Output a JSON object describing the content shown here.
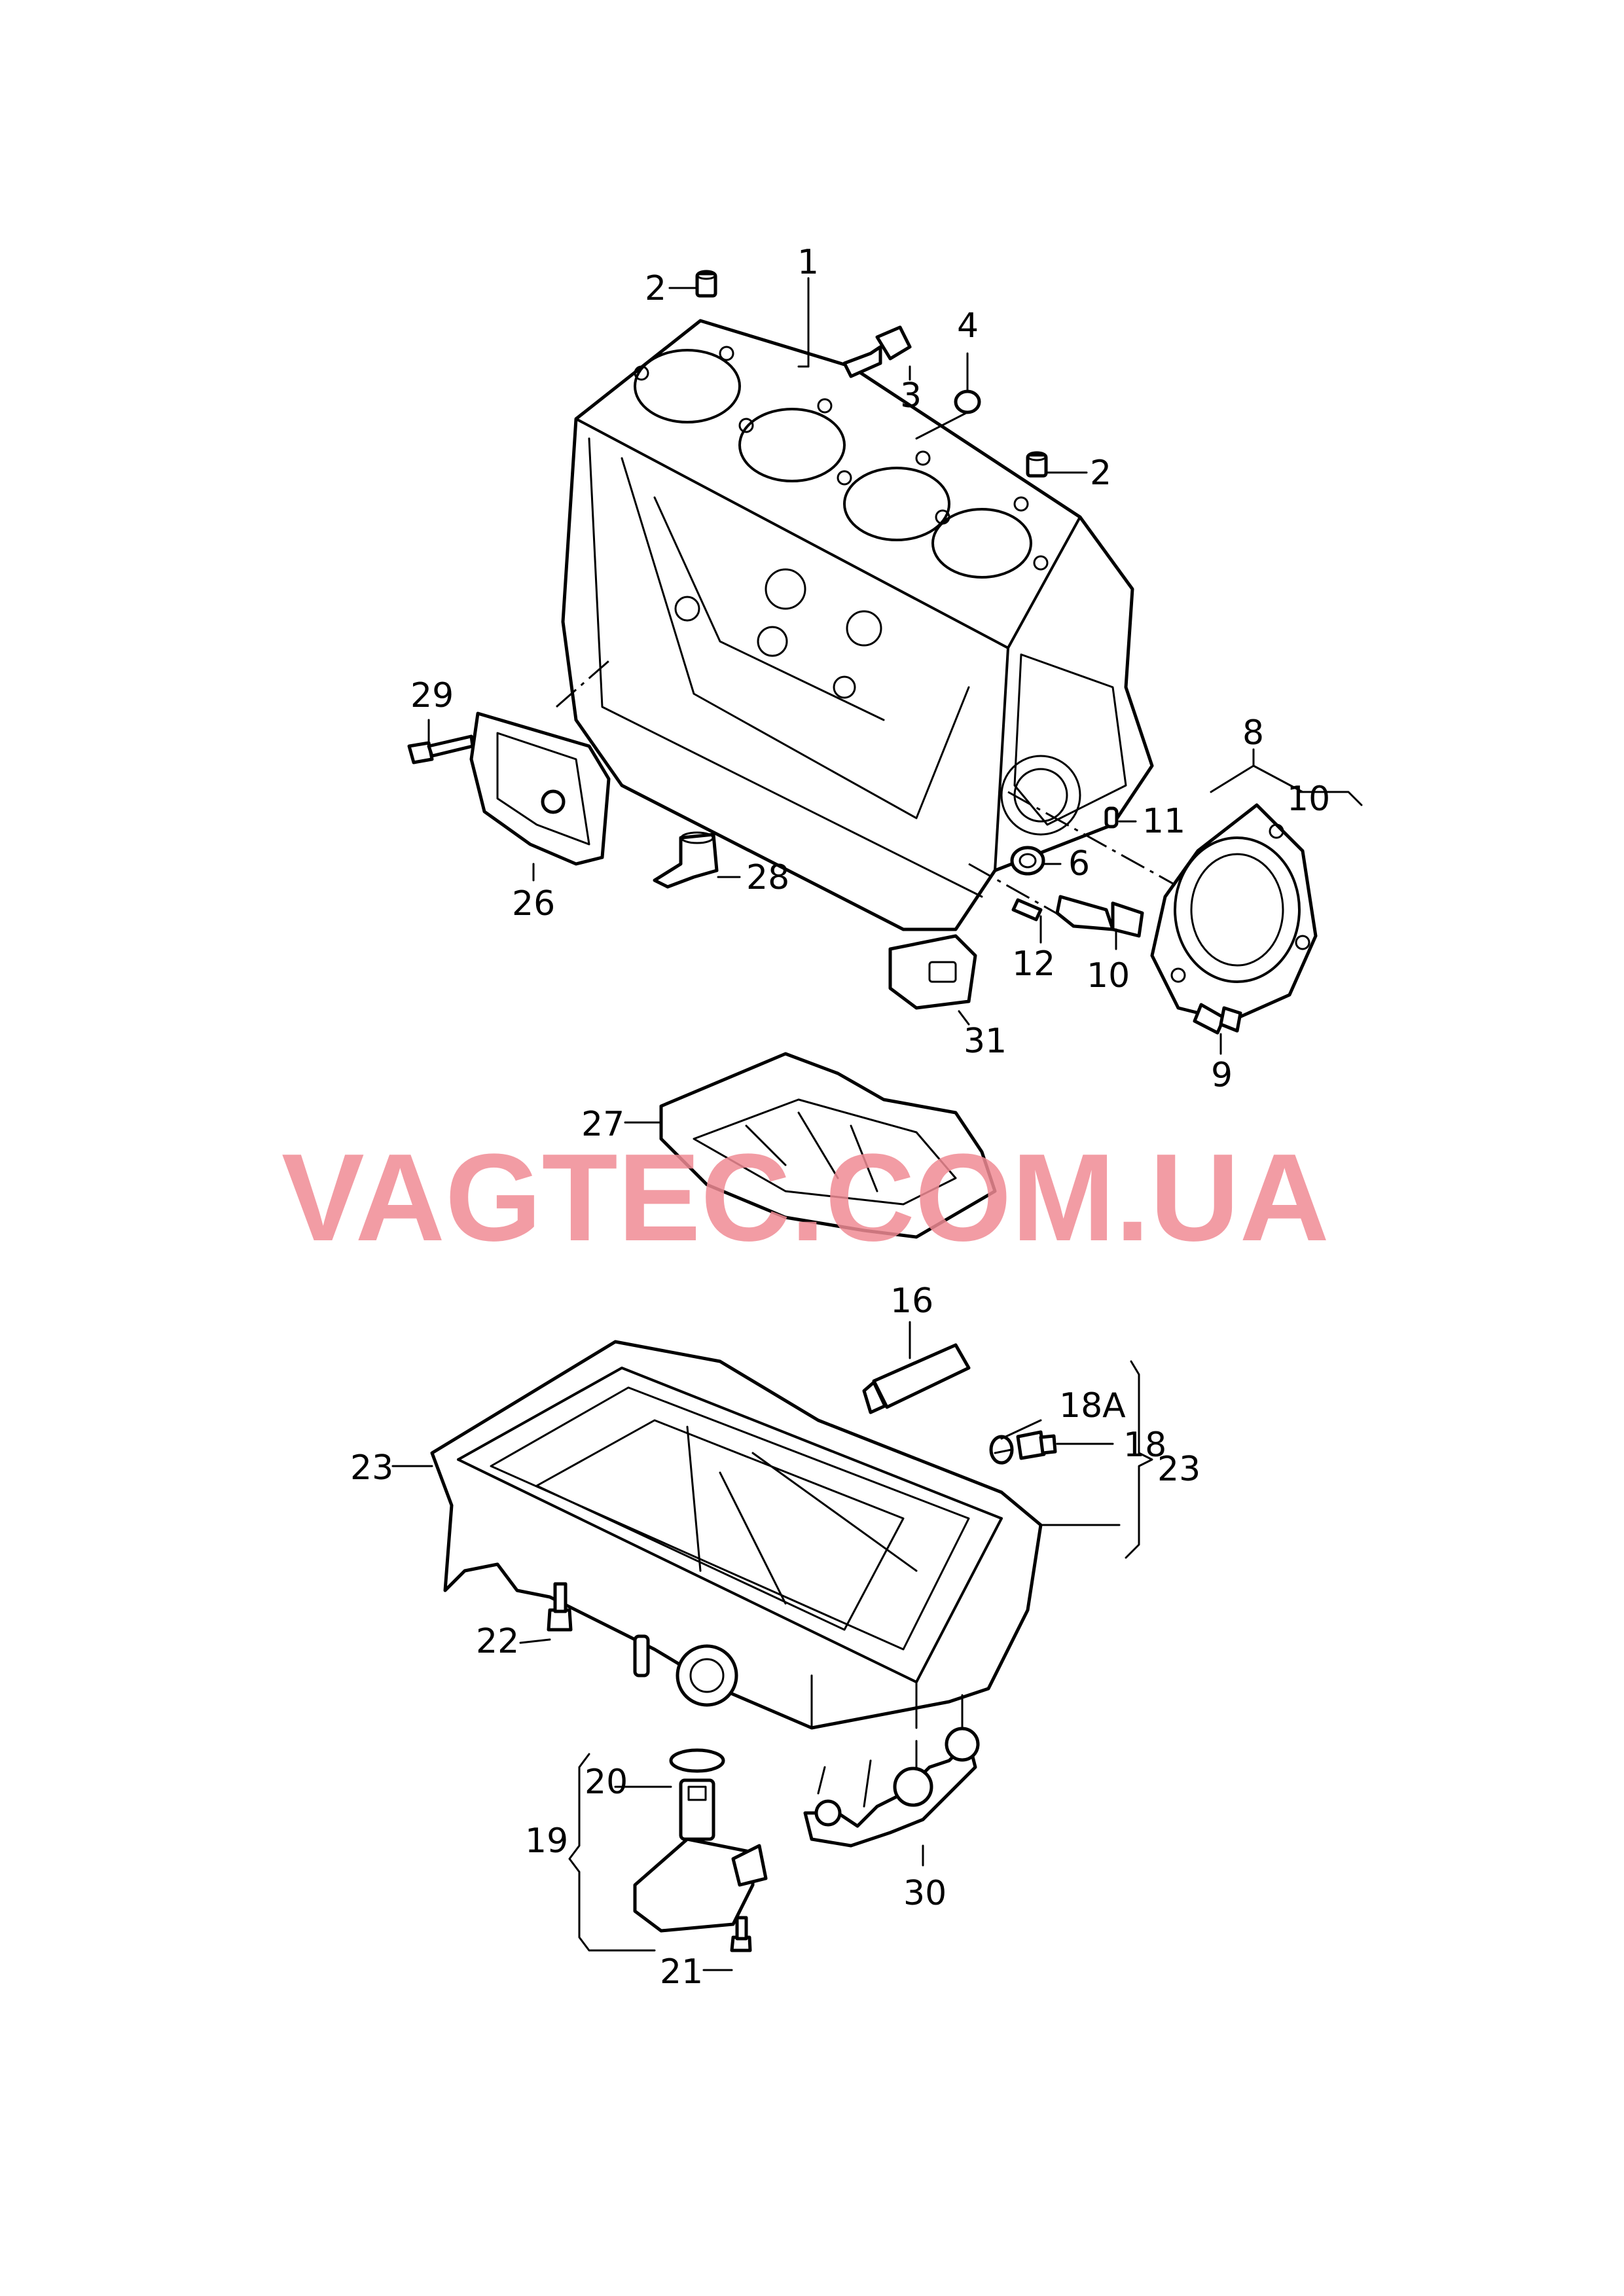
{
  "watermark": "VAGTEC.COM.UA",
  "colors": {
    "watermark": "#f08b94",
    "line": "#000000",
    "background": "#ffffff"
  },
  "callouts": {
    "c1": "1",
    "c2a": "2",
    "c2b": "2",
    "c3": "3",
    "c4": "4",
    "c6": "6",
    "c8": "8",
    "c9": "9",
    "c10a": "10",
    "c10b": "10",
    "c11": "11",
    "c12": "12",
    "c16": "16",
    "c18": "18",
    "c18a": "18A",
    "c19": "19",
    "c20": "20",
    "c21": "21",
    "c22": "22",
    "c23a": "23",
    "c23b": "23",
    "c26": "26",
    "c27": "27",
    "c28": "28",
    "c29": "29",
    "c30": "30",
    "c31": "31"
  }
}
